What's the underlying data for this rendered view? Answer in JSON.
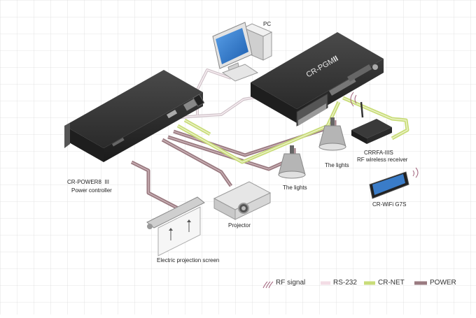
{
  "labels": {
    "pc": "PC",
    "pgm_brand": "CR-PGM",
    "pgm_roman": "II",
    "power_model": "CR-POWER8",
    "power_suffix": "III",
    "power_desc": "Power controller",
    "rf_model": "CRRFA-IIIS",
    "rf_desc": "RF wireless receiver",
    "lights": "The lights",
    "tablet": "CR-WiFi G7S",
    "projector": "Projector",
    "screen": "Electric projection screen"
  },
  "legend": [
    {
      "key": "rf",
      "label": "RF signal",
      "color": "#a0607a"
    },
    {
      "key": "rs232",
      "label": "RS-232",
      "color": "#f3dde6"
    },
    {
      "key": "crnet",
      "label": "CR-NET",
      "color": "#c8dc78"
    },
    {
      "key": "power",
      "label": "POWER",
      "color": "#9a7a80"
    }
  ],
  "colors": {
    "grid": "#dcdcdc",
    "device_dark": "#2b2b2b",
    "crnet": "#c8dc78",
    "power": "#9a7a80",
    "rs232": "#f3dde6"
  }
}
